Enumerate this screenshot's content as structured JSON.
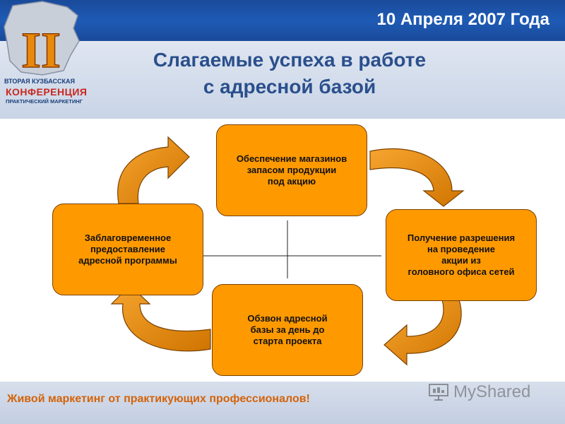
{
  "header": {
    "date": "10 Апреля 2007 Года"
  },
  "title": {
    "line1": "Слагаемые успеха в работе",
    "line2": "с адресной базой"
  },
  "logo": {
    "numeral": "II",
    "line1": "ВТОРАЯ КУЗБАССКАЯ",
    "line2": "КОНФЕРЕНЦИЯ",
    "line3": "ПРАКТИЧЕСКИЙ МАРКЕТИНГ"
  },
  "cycle": {
    "top": "Обеспечение магазинов\nзапасом продукции\nпод акцию",
    "right": "Получение разрешения\nна проведение\nакции из\nголовного офиса сетей",
    "bottom": "Обзвон адресной\nбазы за день до\nстарта проекта",
    "left": "Заблаговременное\nпредоставление\nадресной программы"
  },
  "footer": {
    "slogan": "Живой маркетинг от практикующих профессионалов!"
  },
  "watermark": {
    "text": "MyShared"
  },
  "colors": {
    "box_fill": "#ff9900",
    "arrow_fill": "#e8890a",
    "header": "#1e5bb5",
    "title": "#2a4f8c",
    "footer_text": "#d4630a"
  }
}
